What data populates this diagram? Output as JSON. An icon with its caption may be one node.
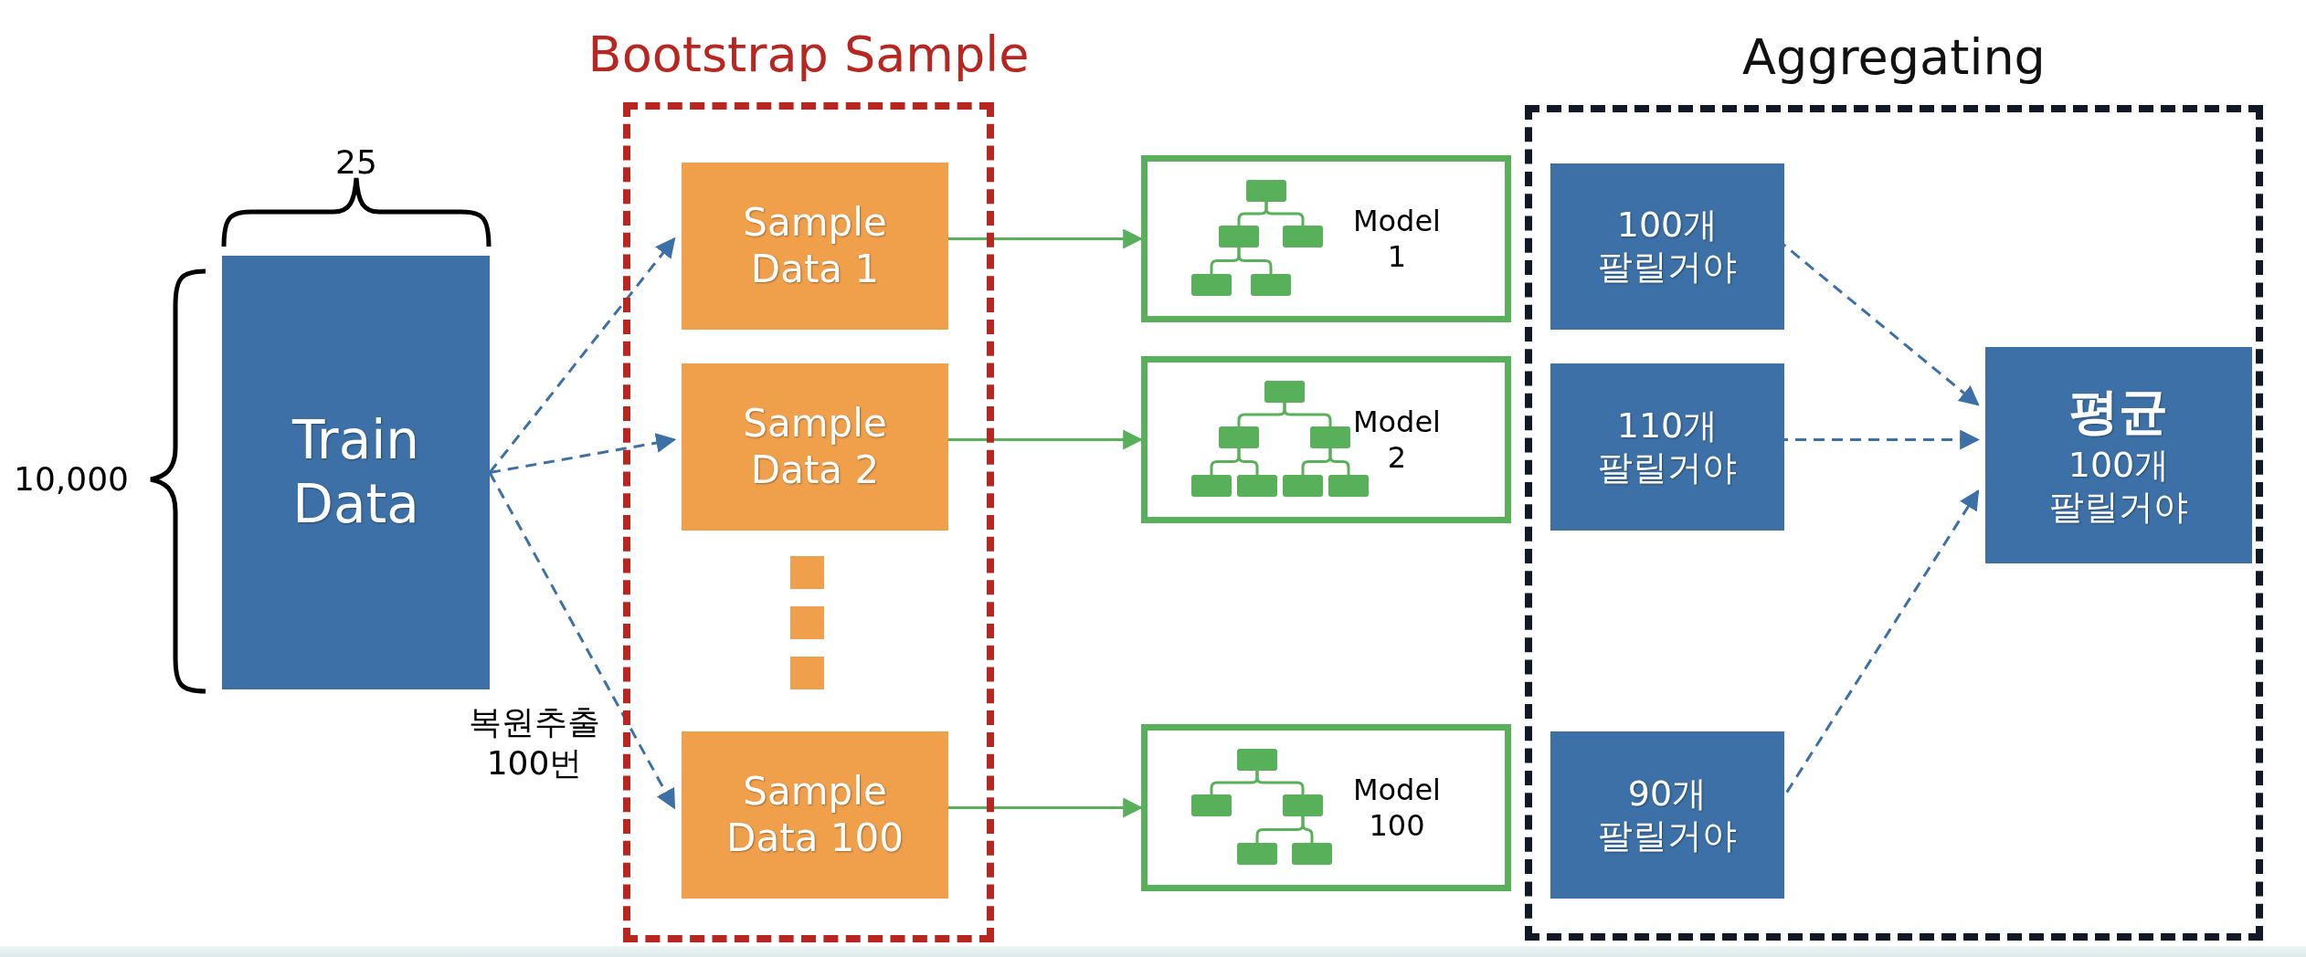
{
  "diagram": {
    "nodes": [
      {
        "text": [
          "Bootstrap Sample"
        ]
      },
      {
        "text": [
          "Train Data"
        ]
      },
      {
        "text": [
          "Sample Data 1"
        ],
        "in": 0
      },
      {
        "text": [
          "Sample Data 2"
        ],
        "in": 0
      },
      {
        "text": [
          "Sample Data 100"
        ],
        "in": 0
      },
      {
        "text": [
          "Aggregating"
        ]
      },
      {
        "text": [
          "Model 1"
        ]
      },
      {
        "text": [
          "Model 2"
        ]
      },
      {
        "text": [
          "Model 100"
        ]
      },
      {
        "text": [
          "100개 팔릴거야"
        ],
        "in": 5
      },
      {
        "text": [
          "110개 팔릴거야"
        ],
        "in": 5
      },
      {
        "text": [
          "90개 팔릴거야"
        ],
        "in": 5
      },
      {
        "text": [
          "평균",
          "100개 팔릴거야"
        ],
        "in": 5
      }
    ],
    "edges": [
      {
        "from": 1,
        "to": 2,
        "arrow": "to",
        "style": "dashed"
      },
      {
        "from": 1,
        "to": 3,
        "arrow": "to",
        "style": "dashed"
      },
      {
        "from": 1,
        "to": 4,
        "arrow": "to",
        "style": "dashed"
      },
      {
        "from": 2,
        "to": 6,
        "arrow": "to",
        "color": "#58b05a"
      },
      {
        "from": 3,
        "to": 7,
        "arrow": "to",
        "color": "#58b05a"
      },
      {
        "from": 4,
        "to": 8,
        "arrow": "to",
        "color": "#58b05a"
      },
      {
        "from": 9,
        "to": 12,
        "arrow": "to",
        "style": "dashed"
      },
      {
        "from": 10,
        "to": 12,
        "arrow": "to",
        "style": "dashed"
      },
      {
        "from": 11,
        "to": 12,
        "arrow": "to",
        "style": "dashed"
      }
    ],
    "labels": [
      "25",
      "10,000",
      "복원추출 100번"
    ]
  }
}
